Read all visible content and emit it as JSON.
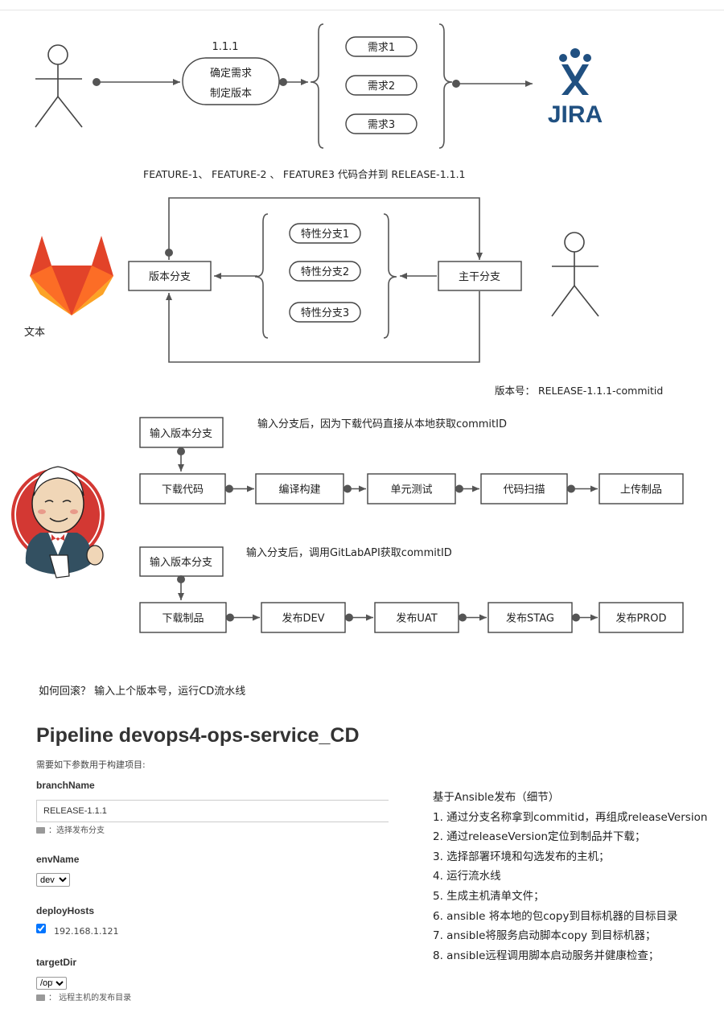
{
  "top_flow": {
    "version_label": "1.1.1",
    "confirm_line1": "确定需求",
    "confirm_line2": "制定版本",
    "requirements": [
      "需求1",
      "需求2",
      "需求3"
    ],
    "jira_logo": "JIRA"
  },
  "merge_note": "FEATURE-1、  FEATURE-2 、 FEATURE3 代码合并到   RELEASE-1.1.1",
  "branch_flow": {
    "release_branch": "版本分支",
    "main_branch": "主干分支",
    "features": [
      "特性分支1",
      "特性分支2",
      "特性分支3"
    ],
    "gitlab_caption": "文本",
    "version_number_note": "版本号：  RELEASE-1.1.1-commitid"
  },
  "ci_flow": {
    "input_box": "输入版本分支",
    "note": "输入分支后，因为下载代码直接从本地获取commitID",
    "steps": [
      "下载代码",
      "编译构建",
      "单元测试",
      "代码扫描",
      "上传制品"
    ]
  },
  "cd_flow": {
    "input_box": "输入版本分支",
    "note": "输入分支后，调用GitLabAPI获取commitID",
    "steps": [
      "下载制品",
      "发布DEV",
      "发布UAT",
      "发布STAG",
      "发布PROD"
    ]
  },
  "rollback_note": "如何回滚？  输入上个版本号，运行CD流水线",
  "pipeline": {
    "title": "Pipeline devops4-ops-service_CD",
    "subtitle": "需要如下参数用于构建项目:",
    "branch_label": "branchName",
    "branch_value": "RELEASE-1.1.1",
    "branch_hint": "：选择发布分支",
    "env_label": "envName",
    "env_value": "dev",
    "hosts_label": "deployHosts",
    "host_value": "192.168.1.121",
    "host_checked": true,
    "dir_label": "targetDir",
    "dir_value": "/opt",
    "dir_hint": "：  远程主机的发布目录"
  },
  "ansible_notes": {
    "title": "基于Ansible发布（细节）",
    "items": [
      "1. 通过分支名称拿到commitid，再组成releaseVersion",
      "2. 通过releaseVersion定位到制品并下载；",
      "3. 选择部署环境和勾选发布的主机；",
      "4. 运行流水线",
      "5. 生成主机清单文件；",
      "6. ansible 将本地的包copy到目标机器的目标目录",
      "7. ansible将服务启动脚本copy 到目标机器；",
      "8. ansible远程调用脚本启动服务并健康检查；"
    ]
  },
  "colors": {
    "line": "#555555",
    "jira_blue": "#205081",
    "gitlab_red": "#e24329",
    "gitlab_orange": "#fc6d26",
    "gitlab_yellow": "#fca326",
    "jenkins_red": "#d33833"
  }
}
